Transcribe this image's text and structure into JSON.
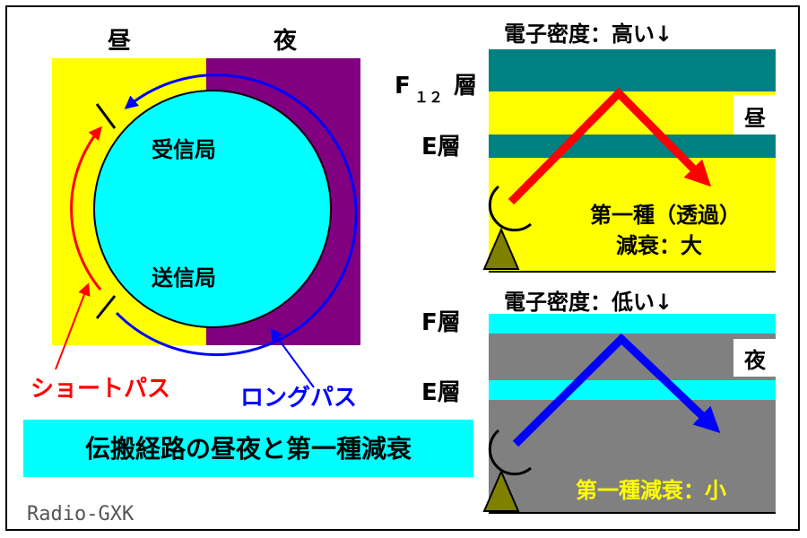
{
  "left": {
    "label_day": "昼",
    "label_night": "夜",
    "receiver": "受信局",
    "sender": "送信局",
    "short_path": "ショートパス",
    "long_path": "ロングパス",
    "caption": "伝搬経路の昼夜と第一種減衰"
  },
  "top_right": {
    "density": "電子密度：高い↓",
    "layer_f12_main": "F",
    "layer_f12_sub": "１２",
    "layer_f12_tail": "層",
    "layer_e": "E層",
    "side": "昼",
    "attenuation_line1": "第一種（透過）",
    "attenuation_line2": "減衰：大"
  },
  "bottom_right": {
    "density": "電子密度：低い↓",
    "layer_f": "F層",
    "layer_e": "E層",
    "side": "夜",
    "attenuation": "第一種減衰：小"
  },
  "credit": "Radio-GXK",
  "colors": {
    "day_yellow": "#ffff00",
    "night_purple": "#800080",
    "earth_cyan": "#00ffff",
    "teal_layer": "#008080",
    "gray_layer": "#808080",
    "red": "#ff0000",
    "blue": "#0000ff",
    "antenna": "#808000"
  }
}
